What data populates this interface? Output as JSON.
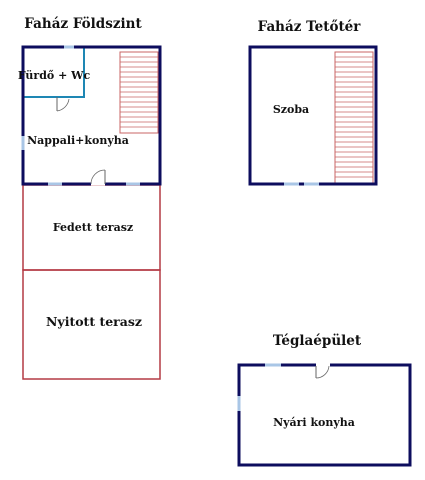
{
  "colors": {
    "wall": "#0d0d5e",
    "bathroom_wall": "#1e87b4",
    "window": "#a9c6e6",
    "stair": "#c96464",
    "terrace": "#b43a44",
    "door": "#666666"
  },
  "buildings": {
    "ground_floor": {
      "title": "Faház Földszint",
      "rooms": {
        "bathroom": "Fürdő + Wc",
        "living": "Nappali+konyha"
      }
    },
    "attic": {
      "title": "Faház Tetőtér",
      "rooms": {
        "room": "Szoba"
      }
    },
    "brick_building": {
      "title": "Téglaépület",
      "rooms": {
        "summer_kitchen": "Nyári konyha"
      }
    }
  },
  "terraces": {
    "covered": "Fedett terasz",
    "open": "Nyitott terasz"
  }
}
